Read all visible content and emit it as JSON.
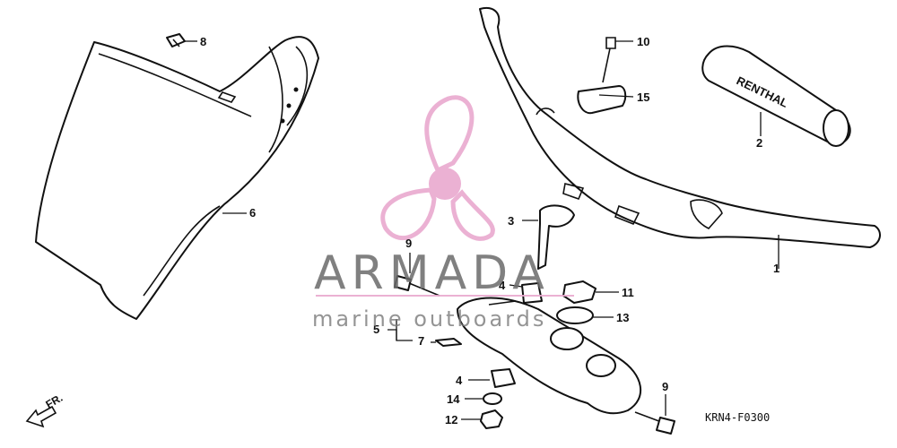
{
  "diagram": {
    "code": "KRN4-F0300",
    "direction_label": "FR.",
    "callouts": {
      "c1": "1",
      "c2": "2",
      "c3": "3",
      "c4a": "4",
      "c4b": "4",
      "c5": "5",
      "c6": "6",
      "c7": "7",
      "c8": "8",
      "c9a": "9",
      "c9b": "9",
      "c10": "10",
      "c11": "11",
      "c12": "12",
      "c13": "13",
      "c14": "14",
      "c15": "15"
    }
  },
  "watermark": {
    "title": "ARMADA",
    "subtitle": "marine outboards",
    "color": "#e9a9cf"
  },
  "grip_brand": "RENTHAL"
}
